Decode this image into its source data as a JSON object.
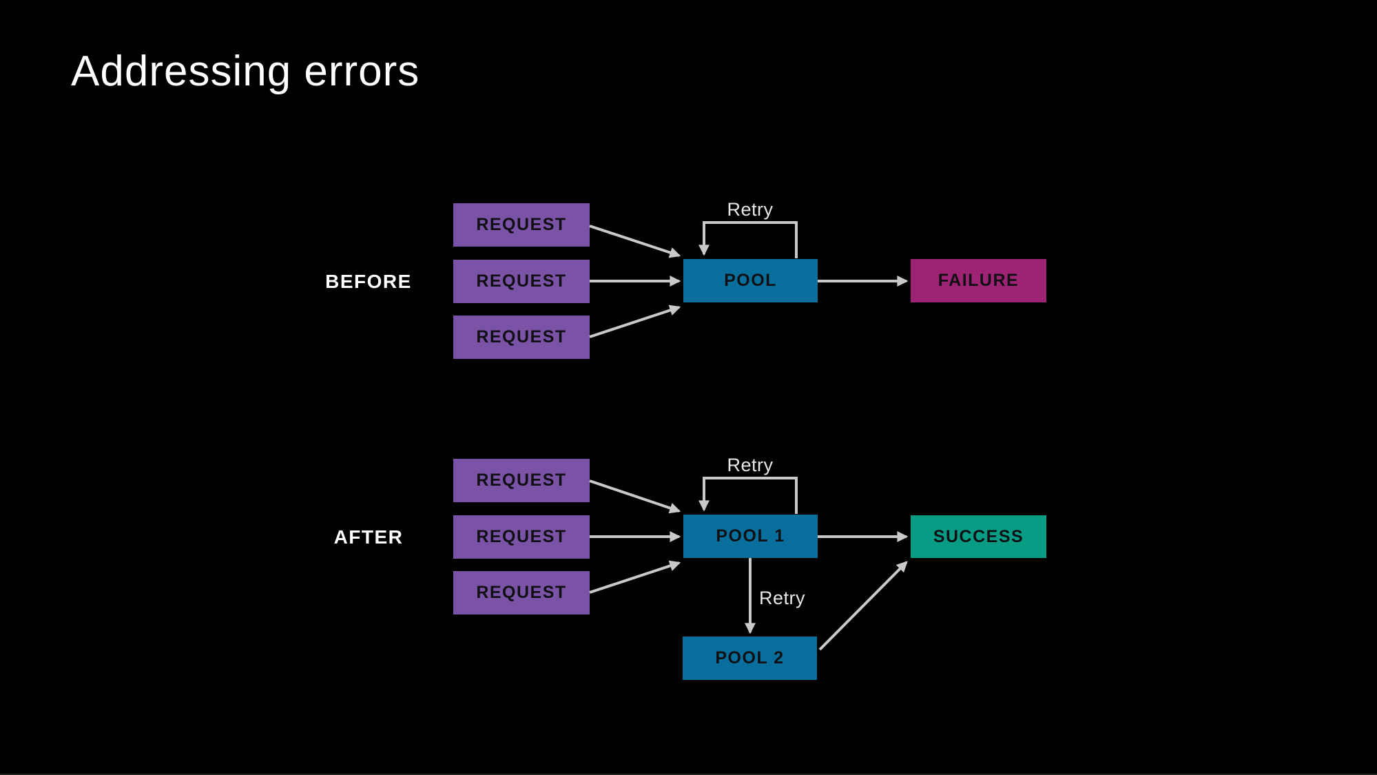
{
  "slide": {
    "title": "Addressing errors"
  },
  "colors": {
    "bg": "#000000",
    "title": "#ffffff",
    "purple": "#7b53a6",
    "blue": "#086f9d",
    "magenta": "#9e2374",
    "green": "#089c84",
    "arrow": "#c9c9c9",
    "retryText": "#e8e8e8",
    "boxText": "#101014",
    "bottomLine": "#1c271f"
  },
  "before": {
    "label": "BEFORE",
    "requests": [
      "REQUEST",
      "REQUEST",
      "REQUEST"
    ],
    "pool": "POOL",
    "failure": "FAILURE",
    "retry_loop": "Retry"
  },
  "after": {
    "label": "AFTER",
    "requests": [
      "REQUEST",
      "REQUEST",
      "REQUEST"
    ],
    "pool1": "POOL 1",
    "pool2": "POOL 2",
    "success": "SUCCESS",
    "retry_loop": "Retry",
    "retry_down": "Retry"
  }
}
